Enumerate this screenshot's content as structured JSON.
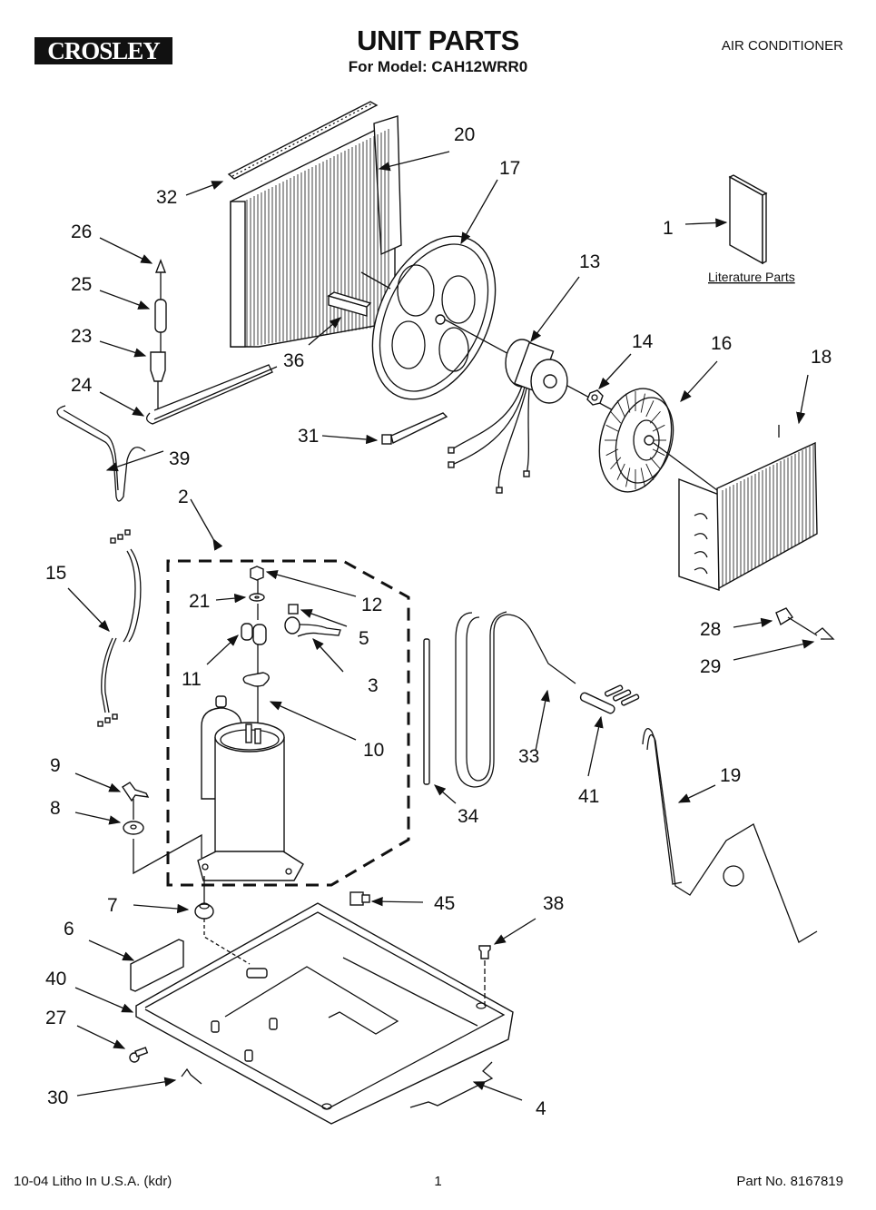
{
  "header": {
    "brand": "CROSLEY",
    "title": "UNIT PARTS",
    "subtitle": "For Model: CAH12WRR0",
    "category": "AIR CONDITIONER"
  },
  "literature_label": "Literature Parts",
  "callouts": {
    "p1": "1",
    "p2": "2",
    "p3": "3",
    "p4": "4",
    "p5": "5",
    "p6": "6",
    "p7": "7",
    "p8": "8",
    "p9": "9",
    "p10": "10",
    "p11": "11",
    "p12": "12",
    "p13": "13",
    "p14": "14",
    "p15": "15",
    "p16": "16",
    "p17": "17",
    "p18": "18",
    "p19": "19",
    "p20": "20",
    "p21": "21",
    "p23": "23",
    "p24": "24",
    "p25": "25",
    "p26": "26",
    "p27": "27",
    "p28": "28",
    "p29": "29",
    "p30": "30",
    "p31": "31",
    "p32": "32",
    "p33": "33",
    "p34": "34",
    "p36": "36",
    "p38": "38",
    "p39": "39",
    "p40": "40",
    "p41": "41",
    "p45": "45"
  },
  "footer": {
    "print_info": "10-04 Litho In U.S.A. (kdr)",
    "page_number": "1",
    "part_number": "Part No. 8167819"
  }
}
